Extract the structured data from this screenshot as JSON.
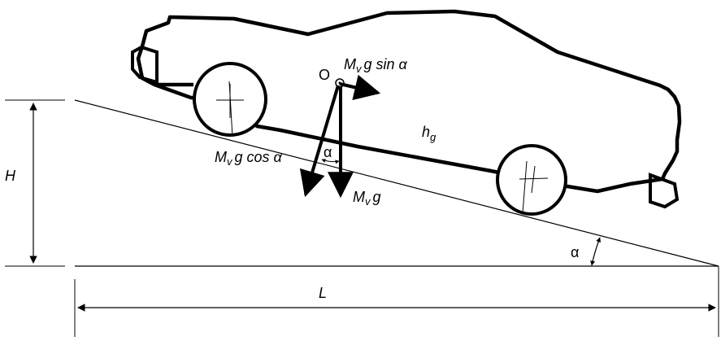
{
  "labels": {
    "O": "O",
    "H": "H",
    "L": "L",
    "alpha_small": "α",
    "alpha_base": "α",
    "h": "h",
    "h_sub": "g",
    "M1": "M",
    "M1_sub": "v",
    "M1_rest": "g sin α",
    "M2": "M",
    "M2_sub": "v",
    "M2_rest": "g cos α",
    "M3": "M",
    "M3_sub": "v",
    "M3_rest": "g"
  }
}
